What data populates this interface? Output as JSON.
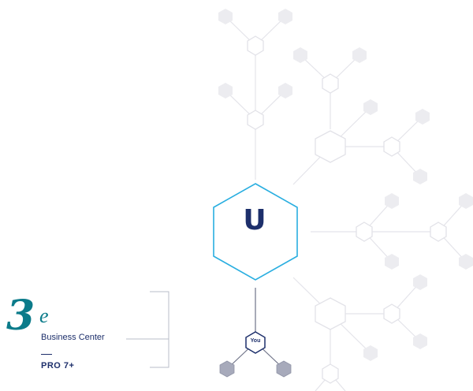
{
  "center_node": {
    "label": "U"
  },
  "you_node": {
    "label": "You"
  },
  "logo": {
    "mark": "3",
    "superscript": "e",
    "product": "Business Center",
    "edition": "PRO 7+"
  },
  "colors": {
    "center_stroke": "#29aee0",
    "dark_navy": "#1d2f6b",
    "faded_node": "#ececf0",
    "faded_line": "#e4e4ea",
    "child_fill": "#a7aabb",
    "bracket": "#b9bcc8",
    "logo_teal": "#0b7b8a"
  }
}
